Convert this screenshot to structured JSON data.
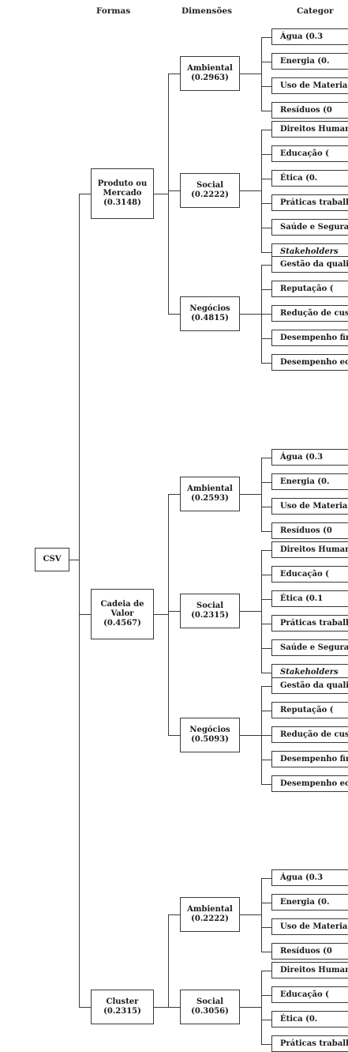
{
  "headers": {
    "formas": "Formas",
    "dimensoes": "Dimensões",
    "categorias": "Categor"
  },
  "root": "CSV",
  "formas": [
    {
      "label": "Produto ou Mercado (0.3148)",
      "dims": [
        {
          "label": "Ambiental (0.2963)",
          "cats": [
            "Água (0.3",
            "Energia (0.",
            "Uso de Materia",
            "Resíduos (0"
          ]
        },
        {
          "label": "Social (0.2222)",
          "cats": [
            "Direitos Human",
            "Educação (",
            "Ética (0.",
            "Práticas trabalhi",
            "Saúde e Segura",
            "Stakeholders"
          ]
        },
        {
          "label": "Negócios (0.4815)",
          "cats": [
            "Gestão da qualid",
            "Reputação (",
            "Redução de cus",
            "Desempenho finar",
            "Desempenho econ"
          ]
        }
      ]
    },
    {
      "label": "Cadeia de Valor (0.4567)",
      "dims": [
        {
          "label": "Ambiental (0.2593)",
          "cats": [
            "Água (0.3",
            "Energia (0.",
            "Uso de Materia",
            "Resíduos (0"
          ]
        },
        {
          "label": "Social (0.2315)",
          "cats": [
            "Direitos Human",
            "Educação (",
            "Ética (0.1",
            "Práticas trabalhi",
            "Saúde e Segura",
            "Stakeholders"
          ]
        },
        {
          "label": "Negócios (0.5093)",
          "cats": [
            "Gestão da qualid",
            "Reputação (",
            "Redução de cus",
            "Desempenho finar",
            "Desempenho econ"
          ]
        }
      ]
    },
    {
      "label": "Cluster (0.2315)",
      "dims": [
        {
          "label": "Ambiental (0.2222)",
          "cats": [
            "Água (0.3",
            "Energia (0.",
            "Uso de Materia",
            "Resíduos (0"
          ]
        },
        {
          "label": "Social (0.3056)",
          "cats": [
            "Direitos Human",
            "Educação (",
            "Ética (0.",
            "Práticas trabalhi"
          ]
        }
      ]
    }
  ]
}
